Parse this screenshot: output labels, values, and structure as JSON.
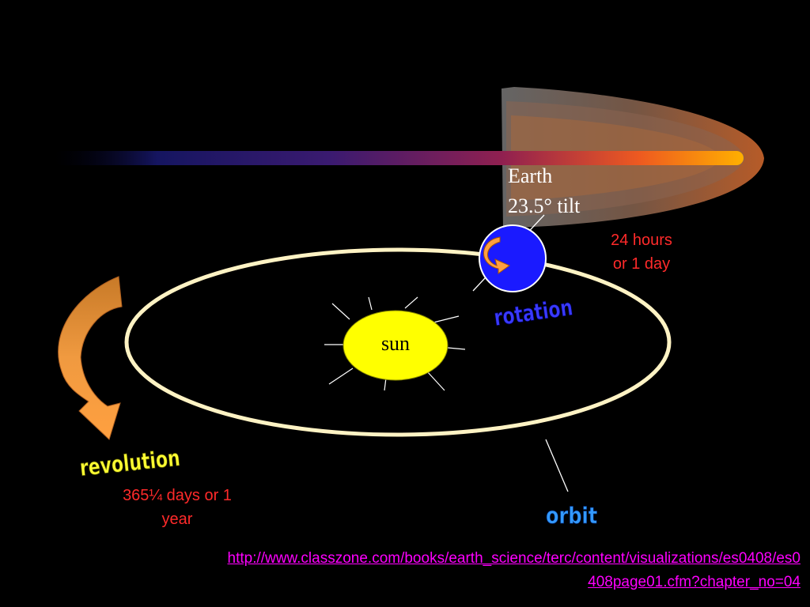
{
  "labels": {
    "earth_line1": "Earth",
    "earth_line2": "23.5° tilt",
    "sun": "sun",
    "rotation_time_line1": "24 hours",
    "rotation_time_line2": "or 1 day",
    "revolution_time_line1": "365¼ days or 1",
    "revolution_time_line2": "year",
    "rotation": "rotation",
    "revolution": "revolution",
    "orbit": "orbit"
  },
  "link": {
    "line1": "http://www.classzone.com/books/earth_science/terc/content/visualizations/es0408/es0",
    "line2": "408page01.cfm?chapter_no=04"
  },
  "colors": {
    "background": "#000000",
    "sun": "#ffff00",
    "earth": "#1a1aff",
    "orbit": "#fff3c4",
    "time_labels": "#ff2a2a",
    "rotation_text": "#2a2aff",
    "revolution_text": "#ffff33",
    "orbit_text": "#3399ff",
    "link": "#ff00ff",
    "comet_head": "#ff9900"
  },
  "icons": [
    "comet-graphic",
    "revolution-arrow-icon",
    "rotation-arrow-icon"
  ]
}
